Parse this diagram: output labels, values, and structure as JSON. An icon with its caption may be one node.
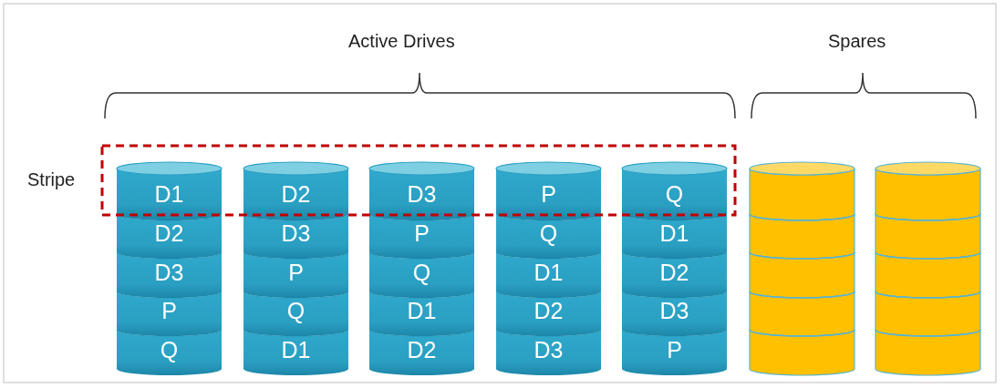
{
  "diagram": {
    "nodes": [
      {
        "text": [
          "D1",
          "D2",
          "D3",
          "P",
          "Q"
        ]
      },
      {
        "text": [
          "D2",
          "D3",
          "P",
          "Q",
          "D1"
        ]
      },
      {
        "text": [
          "D3",
          "P",
          "Q",
          "D1",
          "D2"
        ]
      },
      {
        "text": [
          "P",
          "Q",
          "D1",
          "D2",
          "D3"
        ]
      },
      {
        "text": [
          "Q",
          "D1",
          "D2",
          "D3",
          "P"
        ]
      },
      {
        "text": [],
        "shape": "cylinder"
      },
      {
        "text": [],
        "shape": "cylinder"
      }
    ],
    "labels": [
      "Active Drives",
      "Spares",
      "Stripe"
    ]
  }
}
